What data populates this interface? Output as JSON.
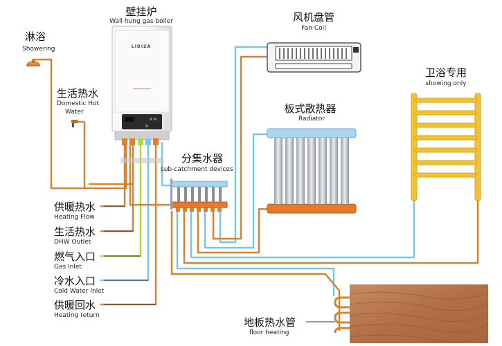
{
  "labels": {
    "boiler_zh": "壁挂炉",
    "boiler_en": "Wall hung gas boiler",
    "boiler_brand": "LIDIZA",
    "shower_zh": "淋浴",
    "shower_en": "Showering",
    "dhw_zh": "生活热水",
    "dhw_en1": "Domestic Hot",
    "dhw_en2": "Water",
    "fancoil_zh": "风机盘管",
    "fancoil_en": "Fan Coil",
    "radiator_zh": "板式散热器",
    "radiator_en": "Radiator",
    "towel_zh": "卫浴专用",
    "towel_en": "showing only",
    "manifold_zh": "分集水器",
    "manifold_en": "sub-catchment devices",
    "heating_flow_zh": "供暖热水",
    "heating_flow_en": "Heating Flow",
    "dhw_outlet_zh": "生活热水",
    "dhw_outlet_en": "DHW Outlet",
    "gas_inlet_zh": "燃气入口",
    "gas_inlet_en": "Gas Inlet",
    "cold_inlet_zh": "冷水入口",
    "cold_inlet_en": "Cold Water Inlet",
    "heating_return_zh": "供暖回水",
    "heating_return_en": "Heating return",
    "floor_zh": "地板热水管",
    "floor_en": "floor heating"
  },
  "colors": {
    "hot_pipe": "#d9822b",
    "cold_pipe": "#7cc4e8",
    "gas_pipe": "#b6d63a",
    "towel_rail": "#f2c230",
    "radiator_top": "#a9d5f0",
    "radiator_bottom": "#e8782a",
    "floor_wood": "#b8774f"
  }
}
